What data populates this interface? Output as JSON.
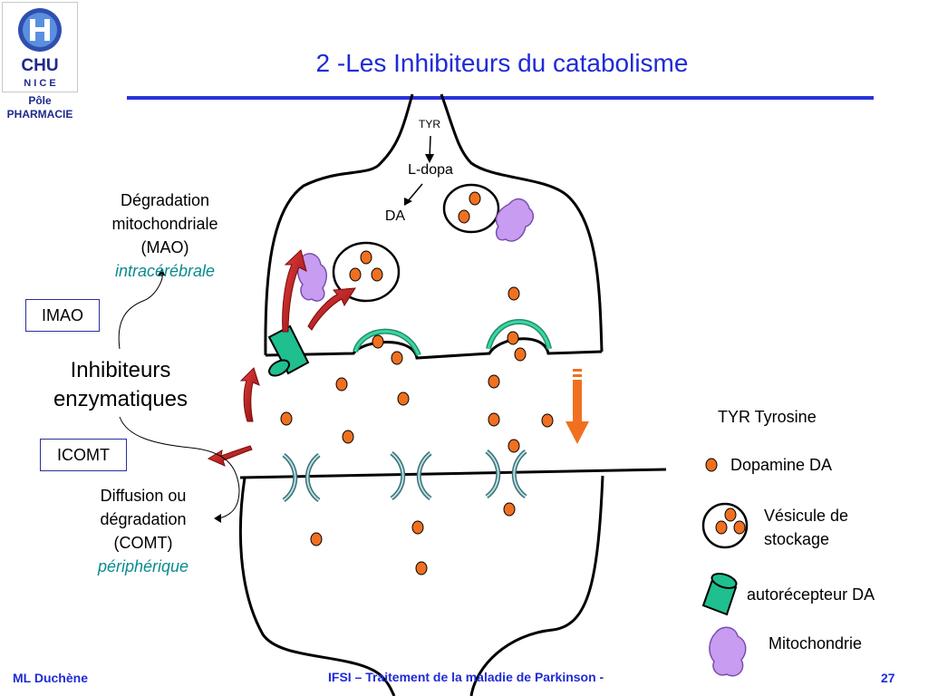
{
  "logo": {
    "name": "CHU",
    "city": "N I C E",
    "dept_line1": "Pôle",
    "dept_line2": "PHARMACIE"
  },
  "title": "2 -Les Inhibiteurs du catabolisme",
  "synapse": {
    "tyr": "TYR",
    "ldopa": "L-dopa",
    "da": "DA"
  },
  "left": {
    "mao_lines": [
      "Dégradation",
      "mitochondriale",
      "(MAO)"
    ],
    "mao_location": "intracérébrale",
    "imao": "IMAO",
    "inhibiteurs_line1": "Inhibiteurs",
    "inhibiteurs_line2": "enzymatiques",
    "icomt": "ICOMT",
    "comt_lines": [
      "Diffusion ou",
      "dégradation",
      "(COMT)"
    ],
    "comt_location": "périphérique"
  },
  "legend": {
    "tyr": "TYR  Tyrosine",
    "dopamine": "Dopamine DA",
    "vesicle_line1": "Vésicule de",
    "vesicle_line2": "stockage",
    "autoreceptor": "autorécepteur DA",
    "mitochondria": "Mitochondrie"
  },
  "footer": {
    "author": "ML Duchène",
    "course": "IFSI – Traitement de la maladie de Parkinson -",
    "page": "27"
  },
  "colors": {
    "title": "#1f2bd6",
    "dopamine": "#f07020",
    "receptor": "#1fbf8f",
    "mitochondria": "#c89cf0",
    "arrow_red": "#b01818",
    "accent_orange": "#f07020"
  }
}
